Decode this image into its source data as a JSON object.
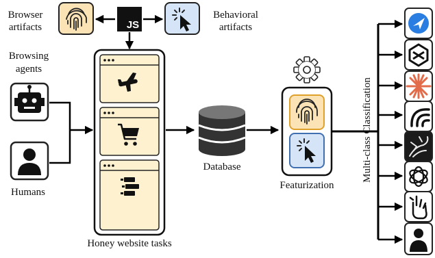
{
  "top": {
    "browser_artifacts": [
      "Browser",
      "artifacts"
    ],
    "js_label": "JS",
    "behavioral_artifacts": [
      "Behavioral",
      "artifacts"
    ]
  },
  "left": {
    "browsing_agents": [
      "Browsing",
      "agents"
    ],
    "humans": "Humans"
  },
  "center": {
    "tasks_label": "Honey website tasks",
    "database_label": "Database",
    "featurization_label": "Featurization"
  },
  "right": {
    "classification_label": "Multi-class Classification",
    "classes": [
      "agent-arrow",
      "agent-knot",
      "agent-starburst",
      "agent-waves",
      "agent-beast",
      "agent-openai",
      "agent-hand",
      "human"
    ]
  },
  "colors": {
    "fingerprint_fill": "#fbe3b6",
    "fingerprint_stroke": "#e0a12b",
    "pointer_fill": "#d6e4f7",
    "pointer_stroke": "#3f6fb0",
    "window_fill": "#fdf1cf",
    "anthropic_orange": "#e26b4a",
    "arrow_blue": "#2a7de1"
  }
}
